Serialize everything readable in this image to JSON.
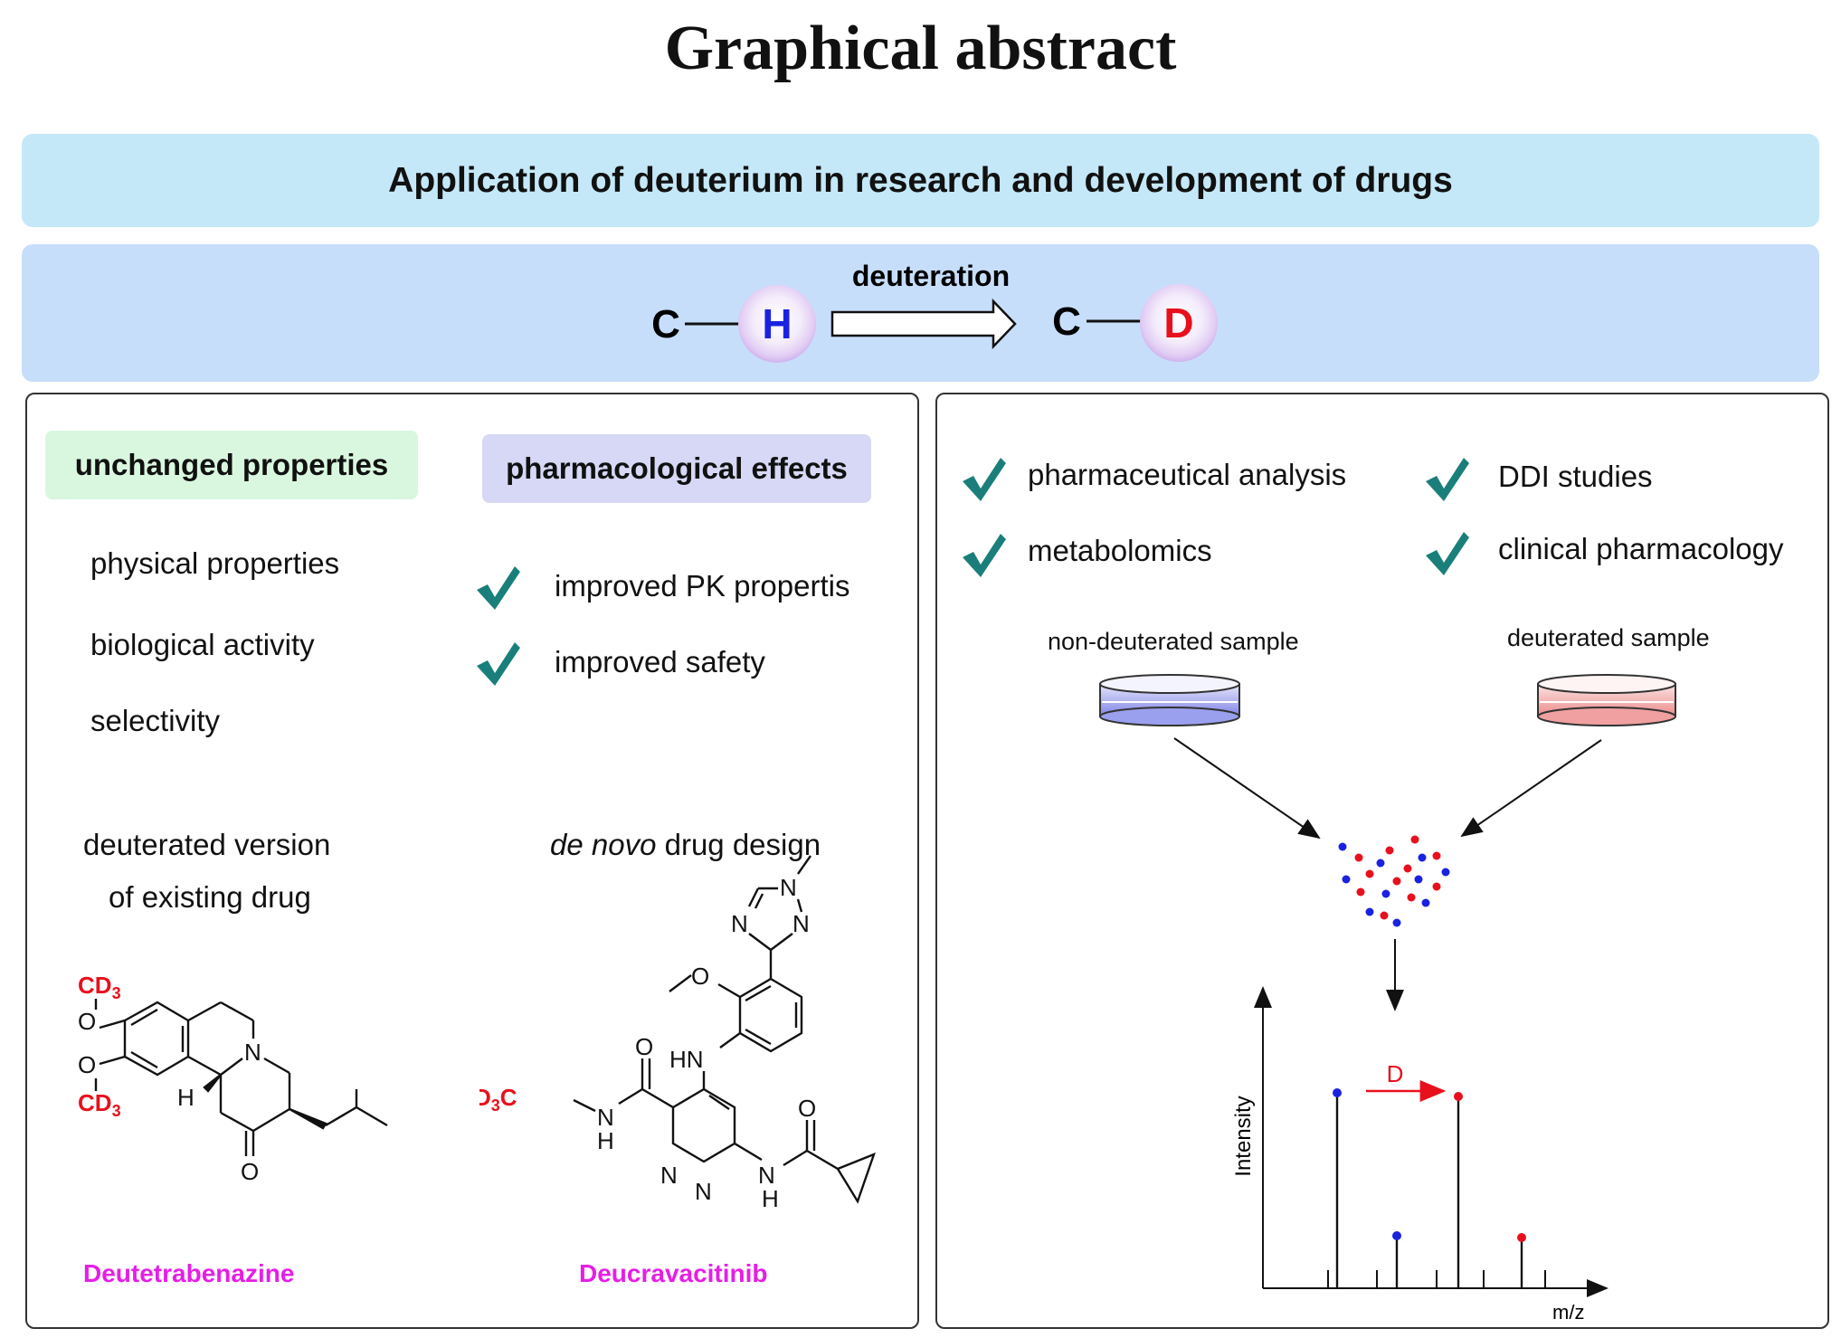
{
  "title": "Graphical abstract",
  "banner": "Application of deuterium in research and development of drugs",
  "deuteration": {
    "label": "deuteration",
    "from_atom": "C",
    "from_isotope": "H",
    "to_atom": "C",
    "to_isotope": "D"
  },
  "left": {
    "unchanged_header": "unchanged properties",
    "unchanged_items": [
      "physical properties",
      "biological activity",
      "selectivity"
    ],
    "pharm_header": "pharmacological effects",
    "pharm_items": [
      "improved PK propertis",
      "improved safety"
    ],
    "existing_line1": "deuterated version",
    "existing_line2": "of existing drug",
    "denovo_italic": "de novo",
    "denovo_rest": " drug design",
    "drug1": "Deutetrabenazine",
    "drug2": "Deucravacitinib",
    "mol1_labels": {
      "cd3": "CD",
      "sub3": "3",
      "o": "O",
      "n": "N",
      "h": "H"
    },
    "mol2_labels": {
      "n": "N",
      "o": "O",
      "hn": "HN",
      "h": "H",
      "d3c": "D",
      "sub3": "3",
      "c": "C"
    }
  },
  "right": {
    "checks_col1": [
      "pharmaceutical analysis",
      "metabolomics"
    ],
    "checks_col2": [
      "DDI studies",
      "clinical pharmacology"
    ],
    "sample1": "non-deuterated sample",
    "sample2": "deuterated sample",
    "ms": {
      "ylabel": "Intensity",
      "xlabel": "m/z",
      "shift_label": "D"
    }
  },
  "colors": {
    "check": "#1a7f7a",
    "hydrogen": "#1a22e0",
    "deuterium": "#e8101c",
    "blue_dot": "#1a22e0",
    "red_dot": "#e8101c",
    "drug_name": "#e61ee6",
    "unchanged_bg": "#d9f7df",
    "pharm_bg": "#d6d8f5"
  }
}
